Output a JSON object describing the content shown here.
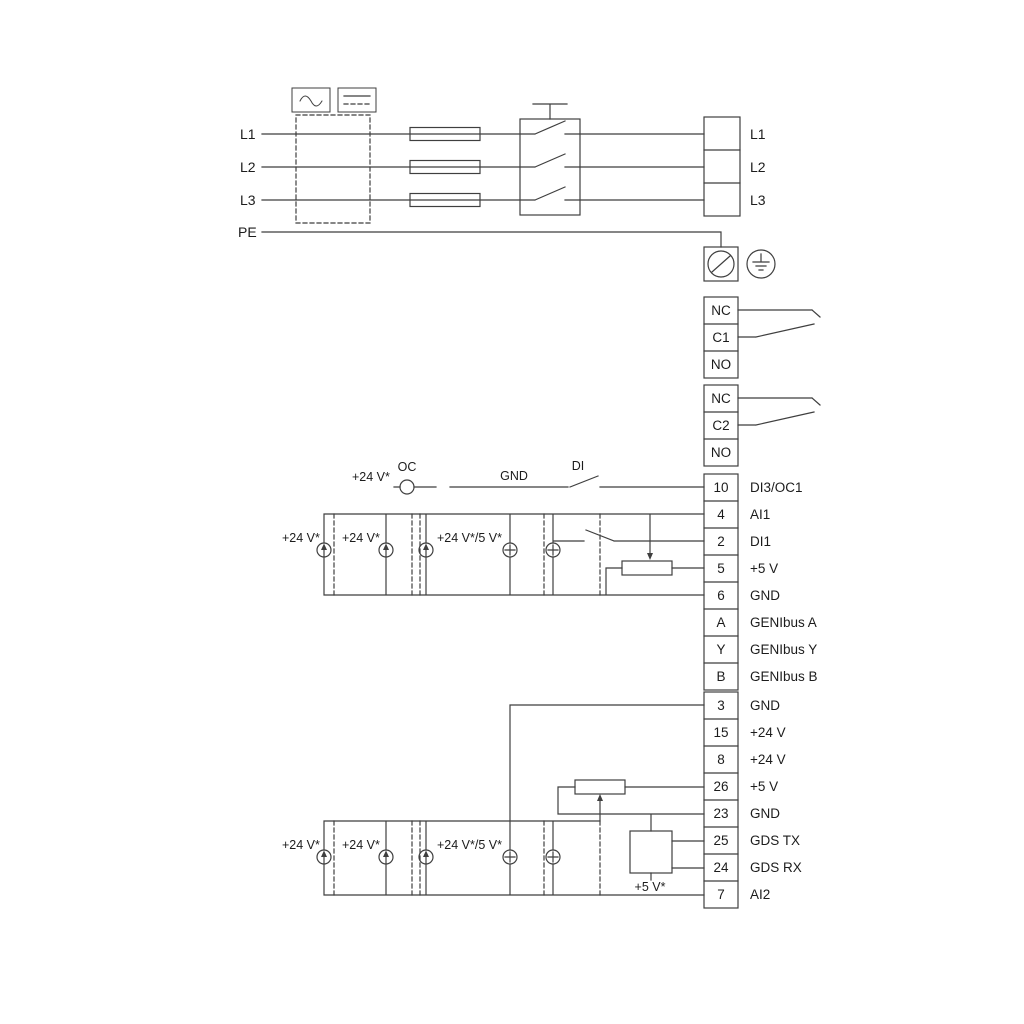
{
  "diagram": {
    "colors": {
      "line": "#3f3f3f",
      "text": "#1c1c1c",
      "bg": "#ffffff"
    },
    "mains": {
      "left": [
        "L1",
        "L2",
        "L3"
      ],
      "pe": "PE",
      "right": [
        "L1",
        "L2",
        "L3"
      ]
    },
    "relays": [
      {
        "cells": [
          "NC",
          "C1",
          "NO"
        ]
      },
      {
        "cells": [
          "NC",
          "C2",
          "NO"
        ]
      }
    ],
    "signals": {
      "oc_supply": "+24 V*",
      "oc": "OC",
      "gnd": "GND",
      "di": "DI"
    },
    "sources_top": [
      "+24 V*",
      "+24 V*",
      "+24 V*/5 V*"
    ],
    "sources_bottom": [
      "+24 V*",
      "+24 V*",
      "+24 V*/5 V*"
    ],
    "sensor_supply": "+5 V*",
    "terminals_top": [
      {
        "num": "10",
        "label": "DI3/OC1"
      },
      {
        "num": "4",
        "label": "AI1"
      },
      {
        "num": "2",
        "label": "DI1"
      },
      {
        "num": "5",
        "label": "+5 V"
      },
      {
        "num": "6",
        "label": "GND"
      },
      {
        "num": "A",
        "label": "GENIbus A"
      },
      {
        "num": "Y",
        "label": "GENIbus Y"
      },
      {
        "num": "B",
        "label": "GENIbus B"
      }
    ],
    "terminals_bottom": [
      {
        "num": "3",
        "label": "GND"
      },
      {
        "num": "15",
        "label": "+24 V"
      },
      {
        "num": "8",
        "label": "+24 V"
      },
      {
        "num": "26",
        "label": "+5 V"
      },
      {
        "num": "23",
        "label": "GND"
      },
      {
        "num": "25",
        "label": "GDS TX"
      },
      {
        "num": "24",
        "label": "GDS RX"
      },
      {
        "num": "7",
        "label": "AI2"
      }
    ]
  }
}
